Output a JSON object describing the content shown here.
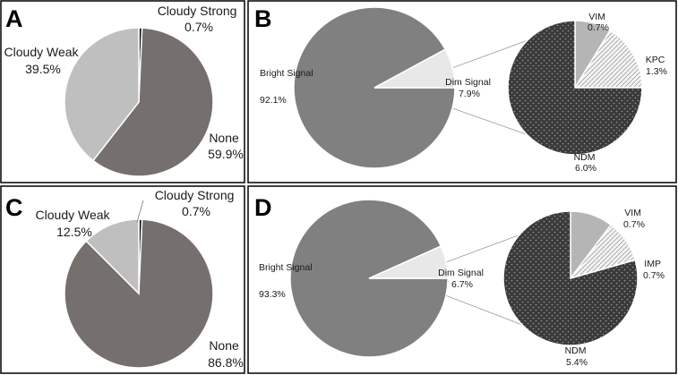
{
  "chart_data": [
    {
      "panel": "A",
      "type": "pie",
      "slices": [
        {
          "label": "Cloudy Strong",
          "value": 0.7,
          "display": "0.7%",
          "color": "#111111"
        },
        {
          "label": "None",
          "value": 59.9,
          "display": "59.9%",
          "color": "#75706e"
        },
        {
          "label": "Cloudy Weak",
          "value": 39.5,
          "display": "39.5%",
          "color": "#bfbfbf"
        }
      ]
    },
    {
      "panel": "B",
      "type": "pie",
      "slices": [
        {
          "label": "Bright Signal",
          "value": 92.1,
          "display": "92.1%",
          "color": "#808080"
        },
        {
          "label": "Dim Signal",
          "value": 7.9,
          "display": "7.9%",
          "color": "#e8e8e8"
        }
      ],
      "breakdown_of": "Dim Signal",
      "breakdown": [
        {
          "label": "VIM",
          "value": 0.7,
          "display": "0.7%",
          "color": "#b5b5b5"
        },
        {
          "label": "KPC",
          "value": 1.3,
          "display": "1.3%",
          "color": "#f3f3f3"
        },
        {
          "label": "NDM",
          "value": 6.0,
          "display": "6.0%",
          "color": "#404040"
        }
      ]
    },
    {
      "panel": "C",
      "type": "pie",
      "slices": [
        {
          "label": "Cloudy Strong",
          "value": 0.7,
          "display": "0.7%",
          "color": "#111111"
        },
        {
          "label": "None",
          "value": 86.8,
          "display": "86.8%",
          "color": "#75706e"
        },
        {
          "label": "Cloudy Weak",
          "value": 12.5,
          "display": "12.5%",
          "color": "#bfbfbf"
        }
      ]
    },
    {
      "panel": "D",
      "type": "pie",
      "slices": [
        {
          "label": "Bright Signal",
          "value": 93.3,
          "display": "93.3%",
          "color": "#808080"
        },
        {
          "label": "Dim Signal",
          "value": 6.7,
          "display": "6.7%",
          "color": "#e8e8e8"
        }
      ],
      "breakdown_of": "Dim Signal",
      "breakdown": [
        {
          "label": "VIM",
          "value": 0.7,
          "display": "0.7%",
          "color": "#b5b5b5"
        },
        {
          "label": "IMP",
          "value": 0.7,
          "display": "0.7%",
          "color": "#f3f3f3"
        },
        {
          "label": "NDM",
          "value": 5.4,
          "display": "5.4%",
          "color": "#404040"
        }
      ]
    }
  ]
}
